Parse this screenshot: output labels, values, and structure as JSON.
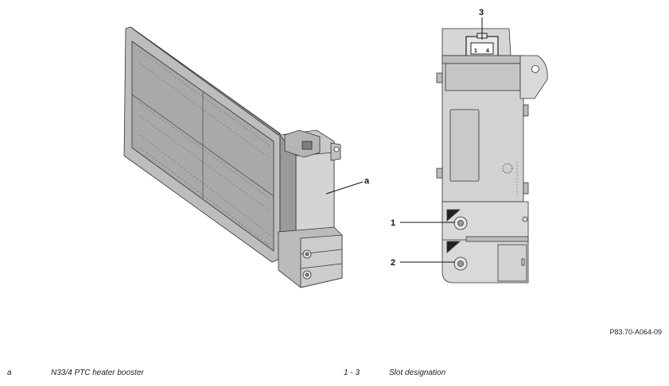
{
  "figure": {
    "callouts": {
      "a": "a",
      "n1": "1",
      "n2": "2",
      "n3": "3"
    },
    "connector_pins": {
      "left": "1",
      "right": "4"
    },
    "figure_id": "P83.70-A064-09"
  },
  "legend": [
    {
      "key": "a",
      "text": "N33/4 PTC heater booster"
    },
    {
      "key": "1 - 3",
      "text": "Slot designation"
    }
  ],
  "colors": {
    "housing": "#d0d0d0",
    "housing_dark": "#a0a0a0",
    "line": "#333333"
  }
}
